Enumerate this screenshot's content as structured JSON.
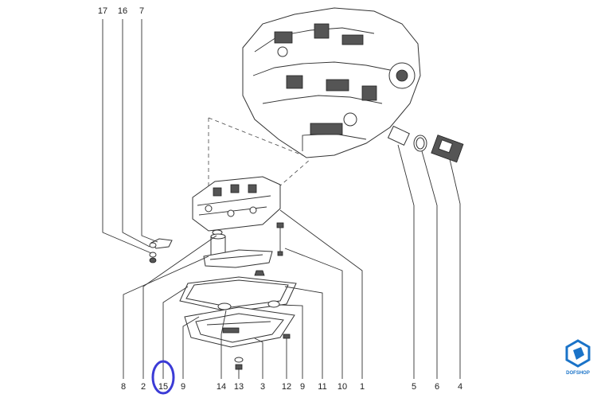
{
  "callouts_top": [
    "17",
    "16",
    "7"
  ],
  "callouts_bottom": [
    "8",
    "2",
    "15",
    "9",
    "14",
    "13",
    "3",
    "12",
    "9",
    "11",
    "10",
    "1",
    "5",
    "6",
    "4"
  ],
  "highlighted_callout": "15",
  "highlight_color": "#3b3bd6",
  "logo": {
    "text": "DOFSHOP",
    "color": "#1a73c8",
    "icon": "cube-logo-icon"
  }
}
